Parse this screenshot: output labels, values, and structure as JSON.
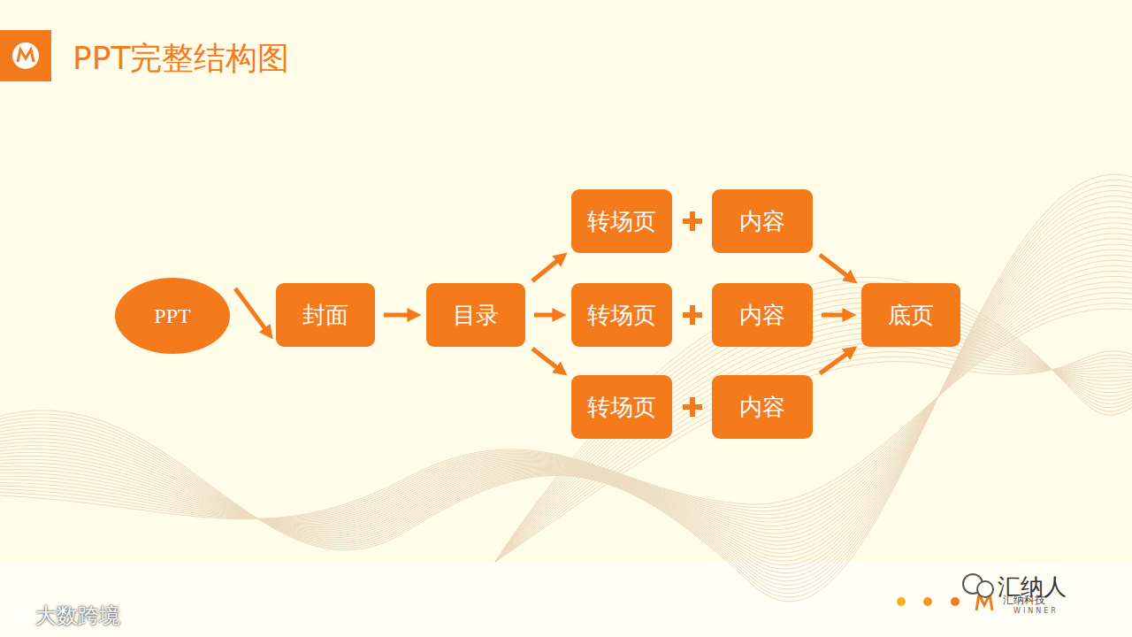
{
  "diagram": {
    "title": "PPT完整结构图",
    "nodes": [
      {
        "text": [
          "PPT"
        ]
      },
      {
        "text": [
          "封面"
        ]
      },
      {
        "text": [
          "目录"
        ]
      },
      {
        "text": [
          "转场页"
        ]
      },
      {
        "text": [
          "内容"
        ]
      },
      {
        "text": [
          "转场页"
        ]
      },
      {
        "text": [
          "内容"
        ]
      },
      {
        "text": [
          "转场页"
        ]
      },
      {
        "text": [
          "内容"
        ]
      },
      {
        "text": [
          "底页"
        ]
      }
    ],
    "edges": [
      {
        "from": 0,
        "to": 1,
        "arrow": "to"
      },
      {
        "from": 1,
        "to": 2,
        "arrow": "to"
      },
      {
        "from": 2,
        "to": 3,
        "arrow": "to"
      },
      {
        "from": 2,
        "to": 5,
        "arrow": "to"
      },
      {
        "from": 2,
        "to": 7,
        "arrow": "to"
      },
      {
        "from": 4,
        "to": 9,
        "arrow": "to"
      },
      {
        "from": 6,
        "to": 9,
        "arrow": "to"
      },
      {
        "from": 8,
        "to": 9,
        "arrow": "to"
      }
    ],
    "labels": [
      "大数跨境",
      "汇纳人",
      "汇纳科技",
      "WINNER"
    ]
  }
}
